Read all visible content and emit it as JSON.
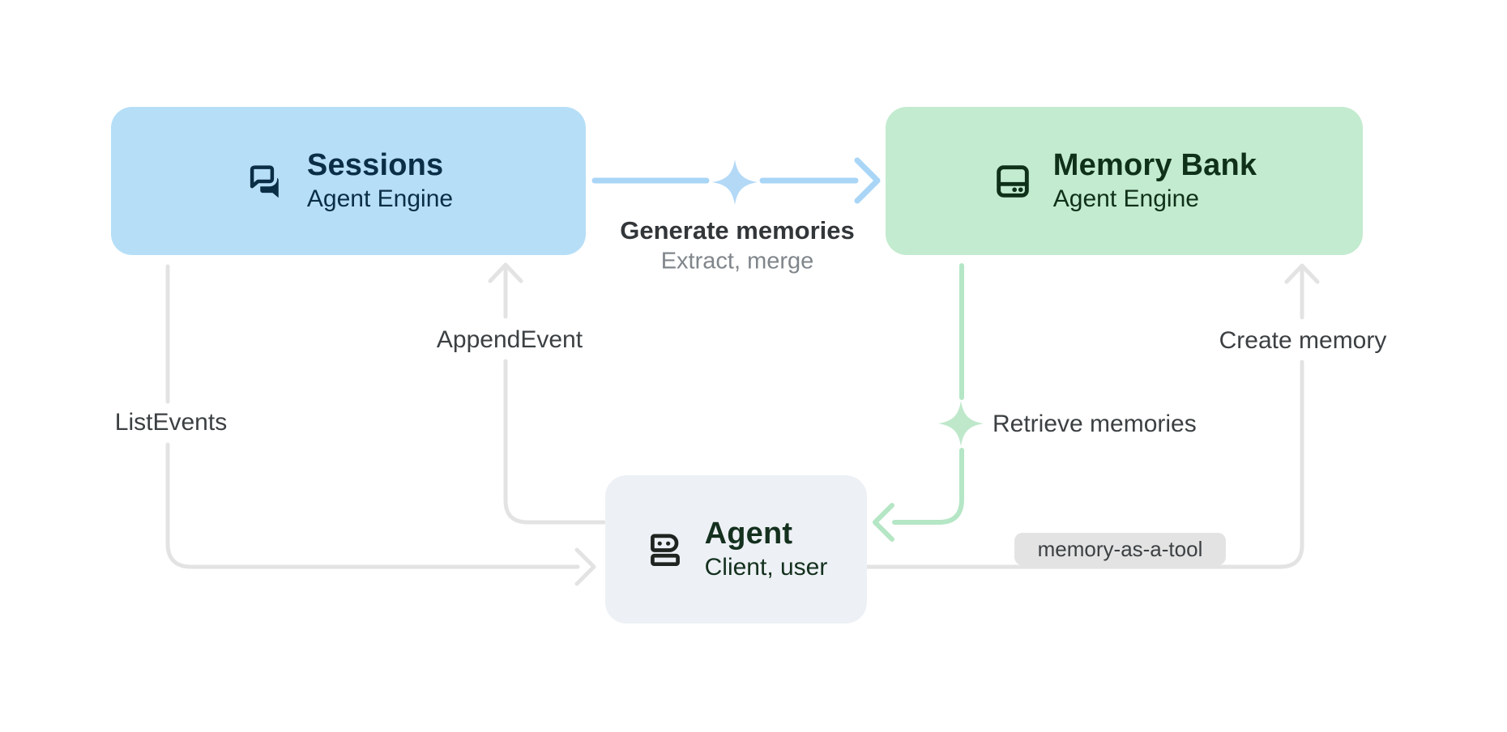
{
  "nodes": {
    "sessions": {
      "title": "Sessions",
      "subtitle": "Agent Engine"
    },
    "memory_bank": {
      "title": "Memory Bank",
      "subtitle": "Agent Engine"
    },
    "agent": {
      "title": "Agent",
      "subtitle": "Client, user"
    }
  },
  "edges": {
    "generate_memories": {
      "label": "Generate memories",
      "sublabel": "Extract, merge"
    },
    "append_event": {
      "label": "AppendEvent"
    },
    "list_events": {
      "label": "ListEvents"
    },
    "retrieve_memories": {
      "label": "Retrieve memories"
    },
    "create_memory": {
      "label": "Create memory"
    },
    "memory_as_a_tool": {
      "label": "memory-as-a-tool"
    }
  },
  "icons": {
    "sessions": "chat-forum-icon",
    "memory_bank": "storage-icon",
    "agent": "robot-icon",
    "generate_memories": "sparkle-icon",
    "retrieve_memories": "sparkle-icon"
  },
  "colors": {
    "sessions_bg": "#b6dff7",
    "sessions_fg": "#0a2e45",
    "memory_bank_bg": "#c3ebcf",
    "memory_bank_fg": "#0f3019",
    "agent_bg": "#edf1f5",
    "agent_fg": "#14301e",
    "blue_arrow": "#a9d5f6",
    "blue_sparkle": "#b3d9f7",
    "green_arrow": "#b5e6c5",
    "green_sparkle": "#bfe8cb",
    "gray_arrow": "#e3e3e3",
    "label_fg": "#3c4043",
    "sublabel_fg": "#80868b",
    "chip_bg": "#e3e3e3"
  }
}
